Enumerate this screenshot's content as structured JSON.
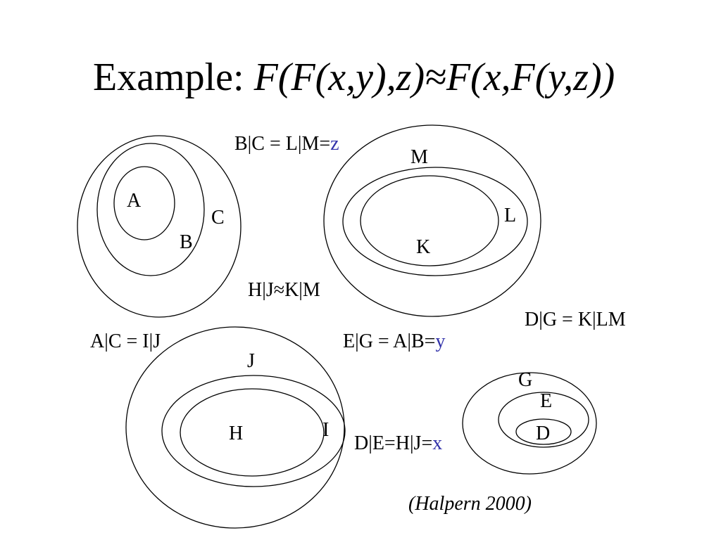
{
  "title": {
    "prefix": "Example: ",
    "formula": "F(F(x,y),z)≈F(x,F(y,z))"
  },
  "set_labels": {
    "A": "A",
    "B": "B",
    "C": "C",
    "M": "M",
    "L": "L",
    "K": "K",
    "J": "J",
    "H": "H",
    "I": "I",
    "G": "G",
    "E": "E",
    "D": "D"
  },
  "equations": {
    "bc": {
      "text": "B|C = L|M=",
      "var": "z"
    },
    "hj": {
      "text": "H|J≈K|M"
    },
    "dg": {
      "text": "D|G = K|LM"
    },
    "ac": {
      "text": "A|C = I|J"
    },
    "eg": {
      "text": "E|G = A|B=",
      "var": "y"
    },
    "de": {
      "text": "D|E=H|J=",
      "var": "x"
    }
  },
  "citation": "(Halpern 2000)",
  "colors": {
    "variable": "#3333aa",
    "stroke": "#000000"
  }
}
